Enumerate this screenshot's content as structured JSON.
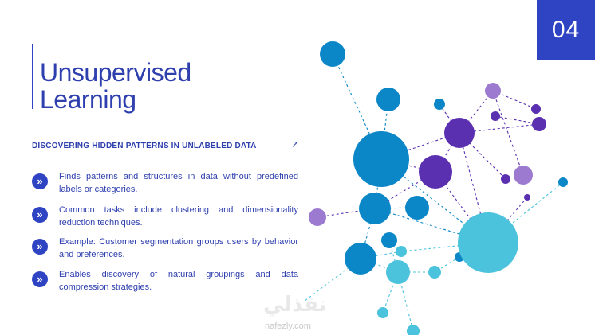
{
  "slide": {
    "number": "04",
    "title_line1": "Unsupervised",
    "title_line2": "Learning",
    "subtitle": "DISCOVERING HIDDEN PATTERNS IN UNLABELED DATA",
    "subtitle_arrow": "↗",
    "bullets": [
      {
        "icon": "»",
        "text": "Finds patterns and structures in data without predefined labels or categories."
      },
      {
        "icon": "»",
        "text": "Common tasks include clustering and dimensionality reduction techniques."
      },
      {
        "icon": "»",
        "text": "Example: Customer segmentation groups users by behavior and preferences."
      },
      {
        "icon": "»",
        "text": "Enables discovery of natural groupings and data compression strategies."
      }
    ]
  },
  "watermark": {
    "arabic": "نفذلي",
    "latin": "nafezly.com"
  },
  "colors": {
    "brand": "#2f44c2",
    "title_text": "#2e3fae",
    "node_blue": "#0b87c7",
    "node_cyan": "#4cc3dc",
    "node_purple": "#5a2fb0",
    "node_lavender": "#9b7ad0"
  }
}
